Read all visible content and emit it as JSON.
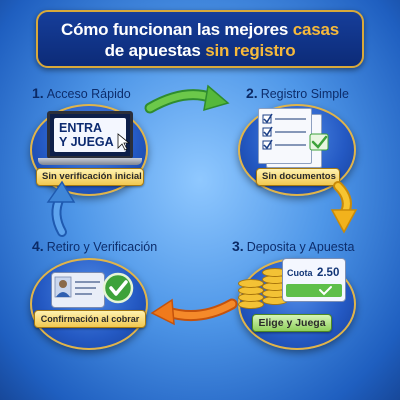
{
  "header": {
    "title_part1": "Cómo funcionan las mejores ",
    "title_highlight1": "casas",
    "title_part2": "de apuestas ",
    "title_highlight2": "sin registro"
  },
  "steps": [
    {
      "number": "1.",
      "title": "Acceso Rápido",
      "screen_text_1": "ENTRA",
      "screen_text_2": "Y JUEGA",
      "caption": "Sin verificación inicial",
      "icon": "laptop-icon"
    },
    {
      "number": "2.",
      "title": "Registro Simple",
      "caption": "Sin documentos",
      "icon": "checklist-document-icon"
    },
    {
      "number": "3.",
      "title": "Deposita y Apuesta",
      "card_label": "Cuota",
      "card_value": "2.50",
      "caption": "Elige y Juega",
      "icon": "coins-icon"
    },
    {
      "number": "4.",
      "title": "Retiro y Verificación",
      "caption": "Confirmación al cobrar",
      "icon": "id-card-icon"
    }
  ],
  "colors": {
    "background": "#4f97e8",
    "banner": "#163e9a",
    "gold_accent": "#f6b93b",
    "arrow_green": "#3fa33a",
    "arrow_yellow": "#f2b21c",
    "arrow_orange": "#f07a1c",
    "arrow_blue": "#3f86d8",
    "check_green": "#3da23a"
  }
}
